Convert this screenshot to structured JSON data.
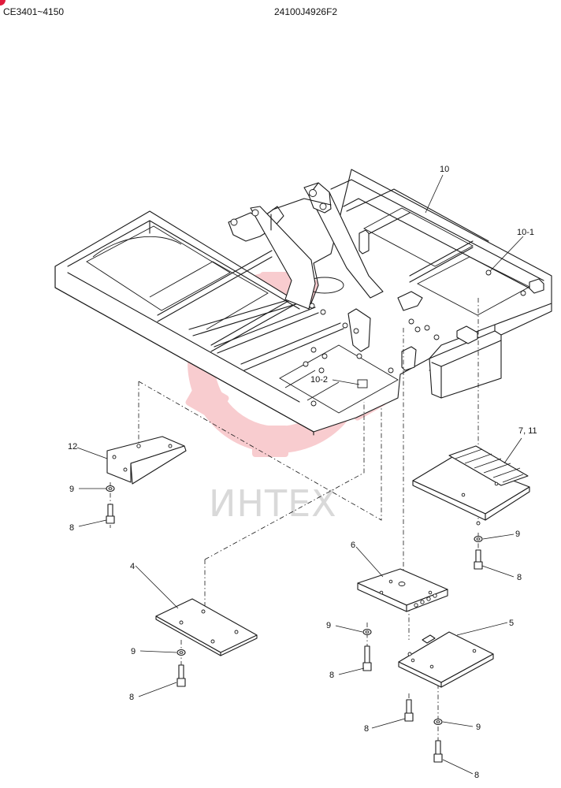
{
  "header": {
    "serial_range": "CE3401~4150",
    "drawing_code": "24100J4926F2"
  },
  "watermark": {
    "text": "ИНТЕХ",
    "color": "#f4a3a8"
  },
  "callouts": {
    "frame": "10",
    "frame_sub1": "10-1",
    "frame_sub2": "10-2",
    "cover_12": "12",
    "cover_4": "4",
    "cover_6": "6",
    "cover_5": "5",
    "step_7_11": "7, 11",
    "washer_a": "9",
    "bolt_a": "8",
    "washer_b": "9",
    "bolt_b": "8",
    "washer_c": "9",
    "bolt_c": "8",
    "washer_d": "9",
    "bolt_d": "8",
    "washer_e": "9",
    "bolt_e": "8",
    "bolt_f": "8"
  }
}
